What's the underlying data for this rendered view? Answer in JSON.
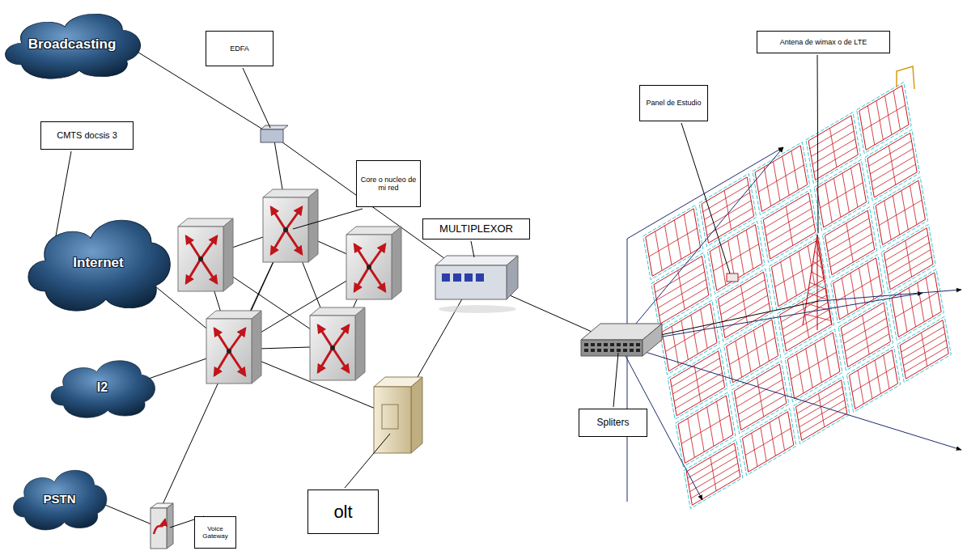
{
  "diagram": {
    "nodes": [
      {
        "text": [
          "Broadcasting"
        ]
      },
      {
        "text": [
          "EDFA"
        ]
      },
      {
        "text": [
          "CMTS docsis 3"
        ]
      },
      {
        "text": [
          "Core o nucleo de mi red"
        ]
      },
      {
        "text": [
          "Internet"
        ]
      },
      {
        "text": [
          "MULTIPLEXOR"
        ]
      },
      {
        "text": [
          "Antena de wimax o de LTE"
        ]
      },
      {
        "text": [
          "Panel de Estudio"
        ]
      },
      {
        "text": [
          "I2"
        ]
      },
      {
        "text": [
          "Spliters"
        ]
      },
      {
        "text": [
          "PSTN"
        ]
      },
      {
        "text": [
          "olt"
        ]
      },
      {
        "text": [
          "Voice Gateway"
        ]
      }
    ]
  }
}
